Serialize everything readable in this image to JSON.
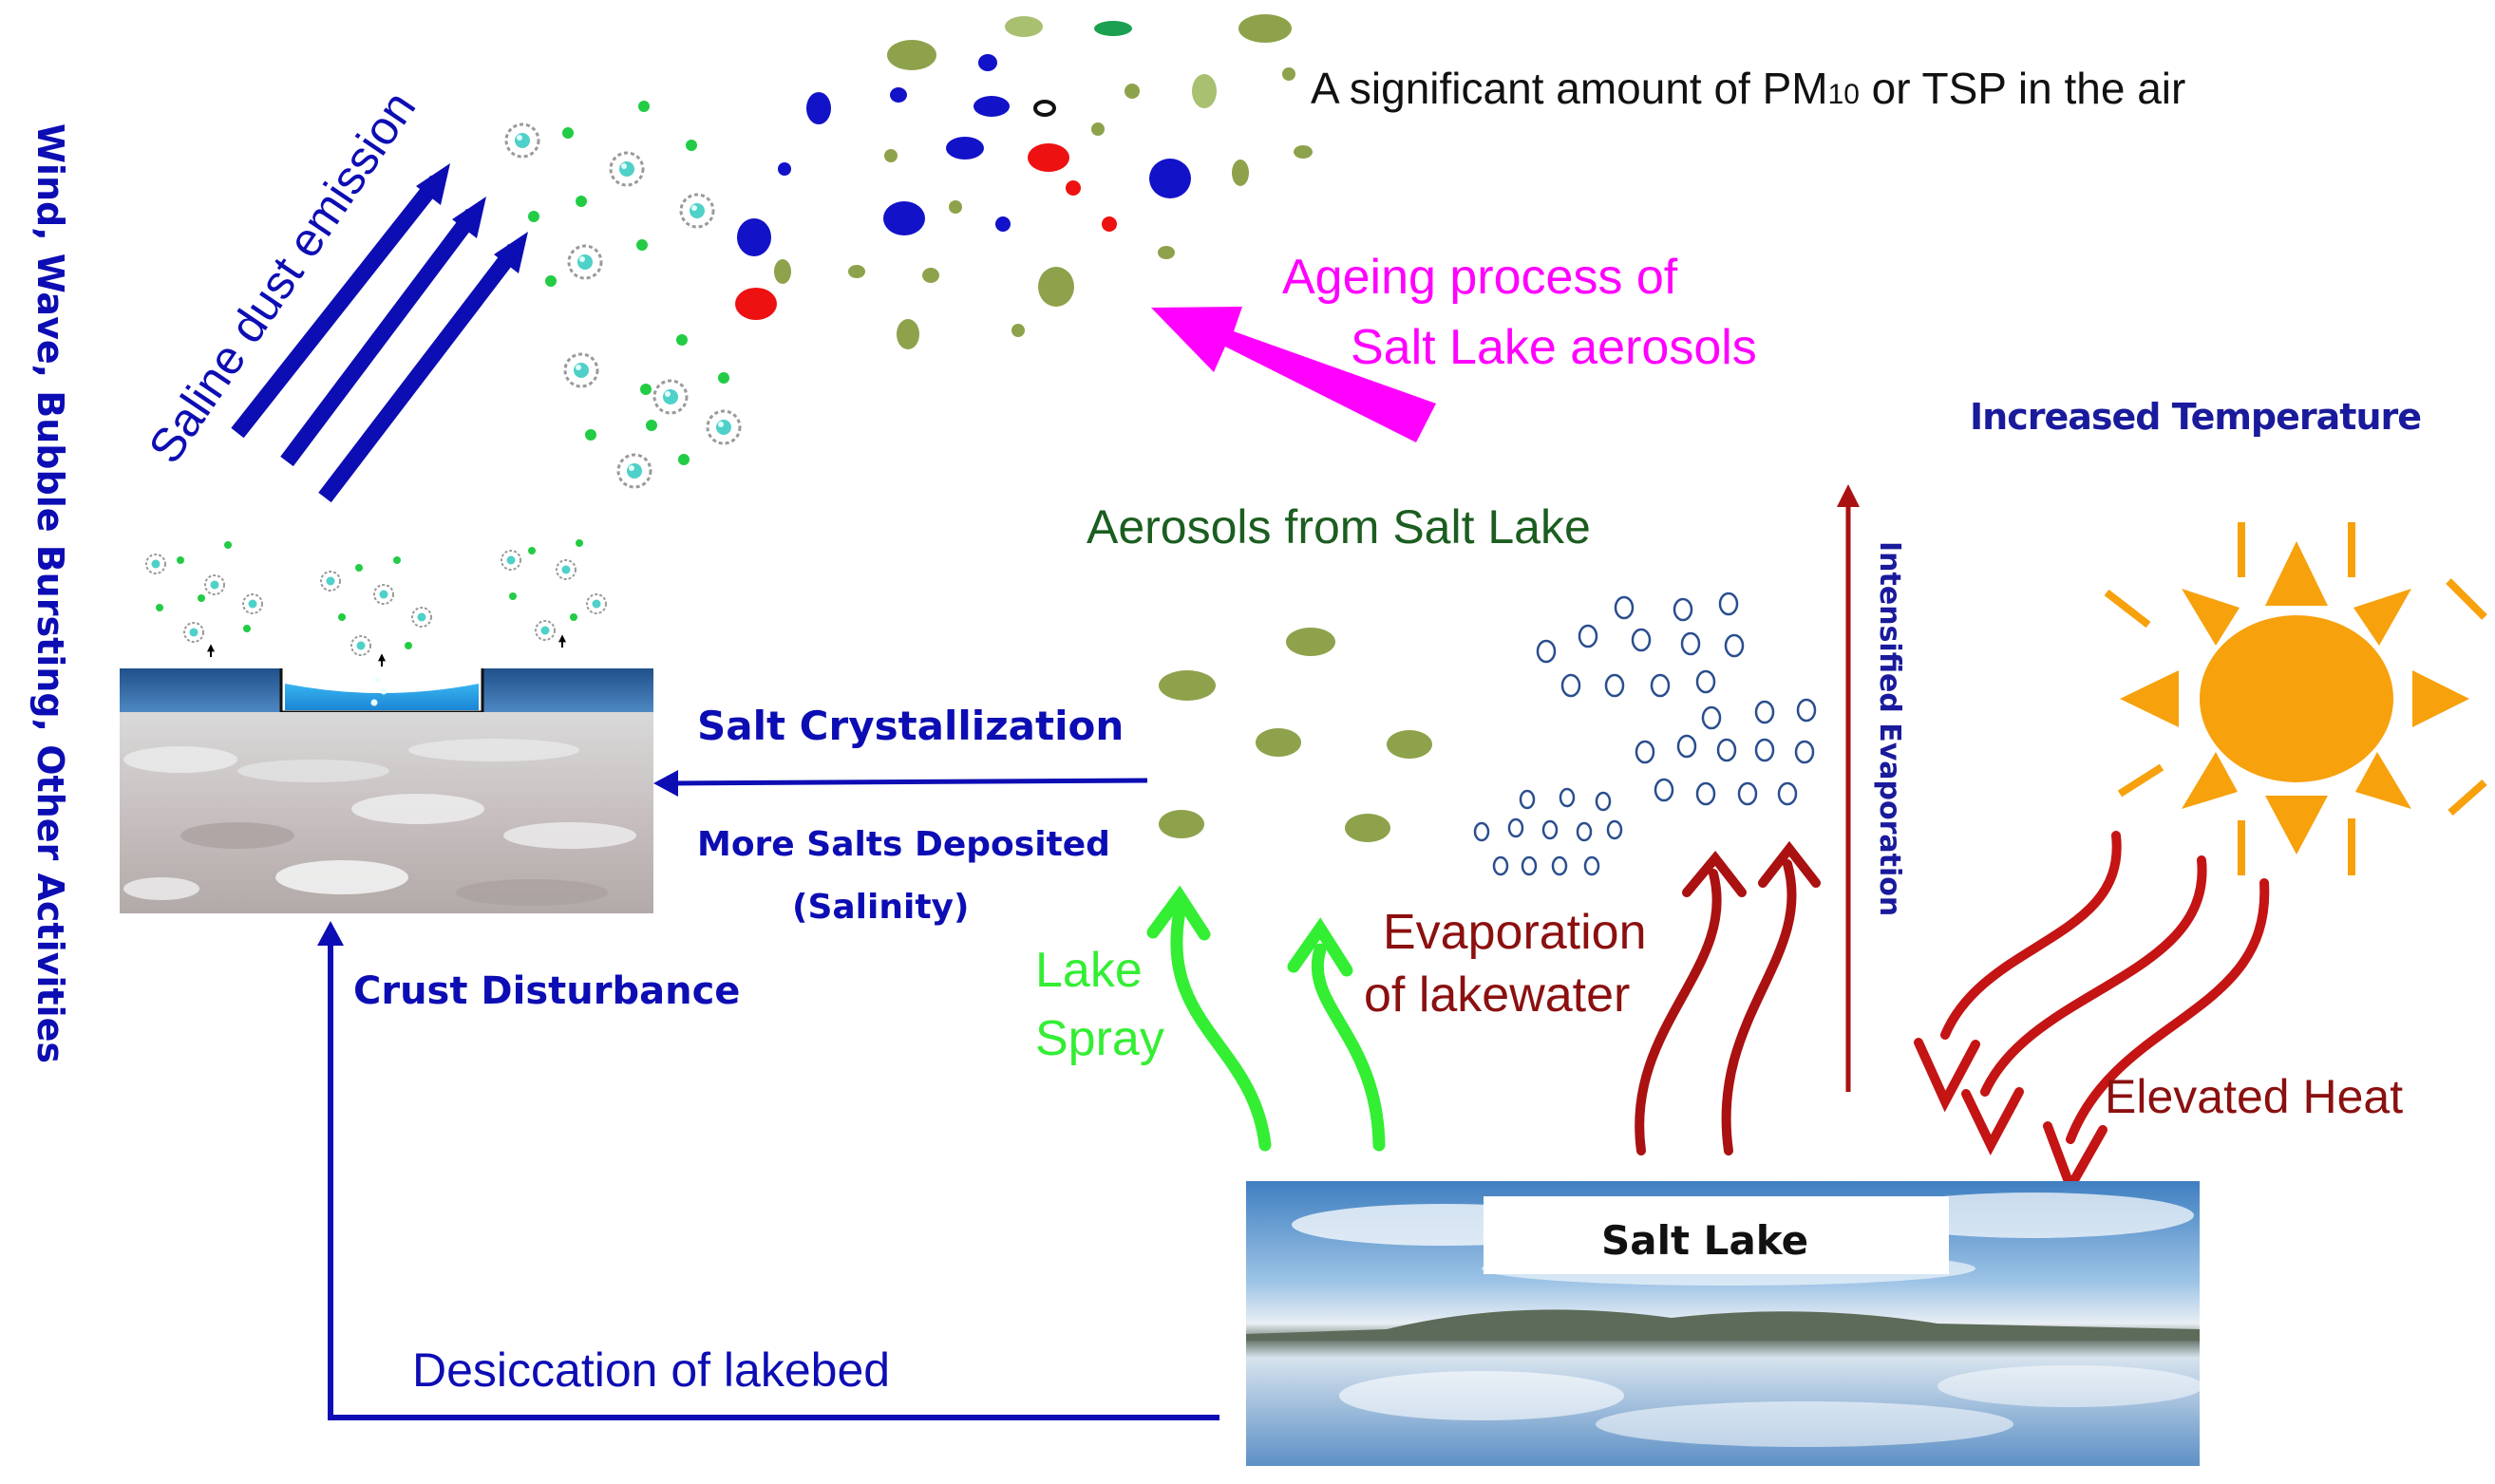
{
  "colors": {
    "blue": "#0d0db4",
    "dark_blue": "#1a1a9c",
    "green_text": "#1b5e20",
    "bright_green": "#33ee33",
    "magenta": "#ff00ff",
    "dark_red": "#8b1010",
    "sun_orange": "#f7a10d",
    "olive": "#8a9a4a",
    "red": "#ee1111",
    "bubble_outline": "#2a4e8e"
  },
  "labels": {
    "side_activities": "Wind, Wave, Bubble Bursting, Other Activities",
    "saline_dust": "Saline dust emission",
    "pm_text_a": "A significant amount of PM",
    "pm_sub": "10",
    "pm_text_b": " or TSP in the air",
    "ageing_line1": "Ageing process of",
    "ageing_line2": "Salt Lake aerosols",
    "increased_temp": "Increased Temperature",
    "aerosols_from": "Aerosols from Salt Lake",
    "intensified_evap": "Intensified Evaporation",
    "salt_crystallization": "Salt Crystallization",
    "more_salts_line1": "More Salts Deposited",
    "more_salts_line2": "(Salinity)",
    "crust_disturbance": "Crust Disturbance",
    "lake_spray_line1": "Lake",
    "lake_spray_line2": "Spray",
    "evap_line1": "Evaporation",
    "evap_line2": "of lakewater",
    "elevated_heat": "Elevated Heat",
    "salt_lake": "Salt Lake",
    "desiccation": "Desiccation of lakebed"
  }
}
